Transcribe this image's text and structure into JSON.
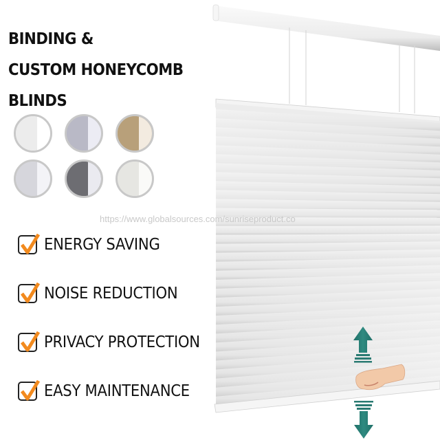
{
  "title": {
    "line1": "BINDING &",
    "line2": "CUSTOM HONEYCOMB",
    "line3": "BLINDS"
  },
  "swatches": [
    {
      "name": "white",
      "fold": "#ececec",
      "side": "#ffffff"
    },
    {
      "name": "lavender-grey",
      "fold": "#b9b9c6",
      "side": "#ececf4"
    },
    {
      "name": "beige",
      "fold": "#b8a07a",
      "side": "#f3ebe0"
    },
    {
      "name": "light-grey",
      "fold": "#d6d6dc",
      "side": "#f3f3f7"
    },
    {
      "name": "charcoal",
      "fold": "#6d6d72",
      "side": "#eaeaf0"
    },
    {
      "name": "cream-white",
      "fold": "#e6e6e2",
      "side": "#fafaf8"
    }
  ],
  "features": [
    {
      "label": "ENERGY SAVING"
    },
    {
      "label": "NOISE REDUCTION"
    },
    {
      "label": "PRIVACY PROTECTION"
    },
    {
      "label": "EASY MAINTENANCE"
    }
  ],
  "watermark": "https://www.globalsources.com/sunriseproduct.co",
  "colors": {
    "check": "#f28a1e",
    "arrow": "#2a7a72",
    "fabric": "#e9e9e9",
    "rail": "#f2f2f2"
  },
  "icons": {
    "checkbox": "checkbox-checked-icon",
    "up": "arrow-up-icon",
    "down": "arrow-down-icon",
    "hand": "hand-icon"
  }
}
